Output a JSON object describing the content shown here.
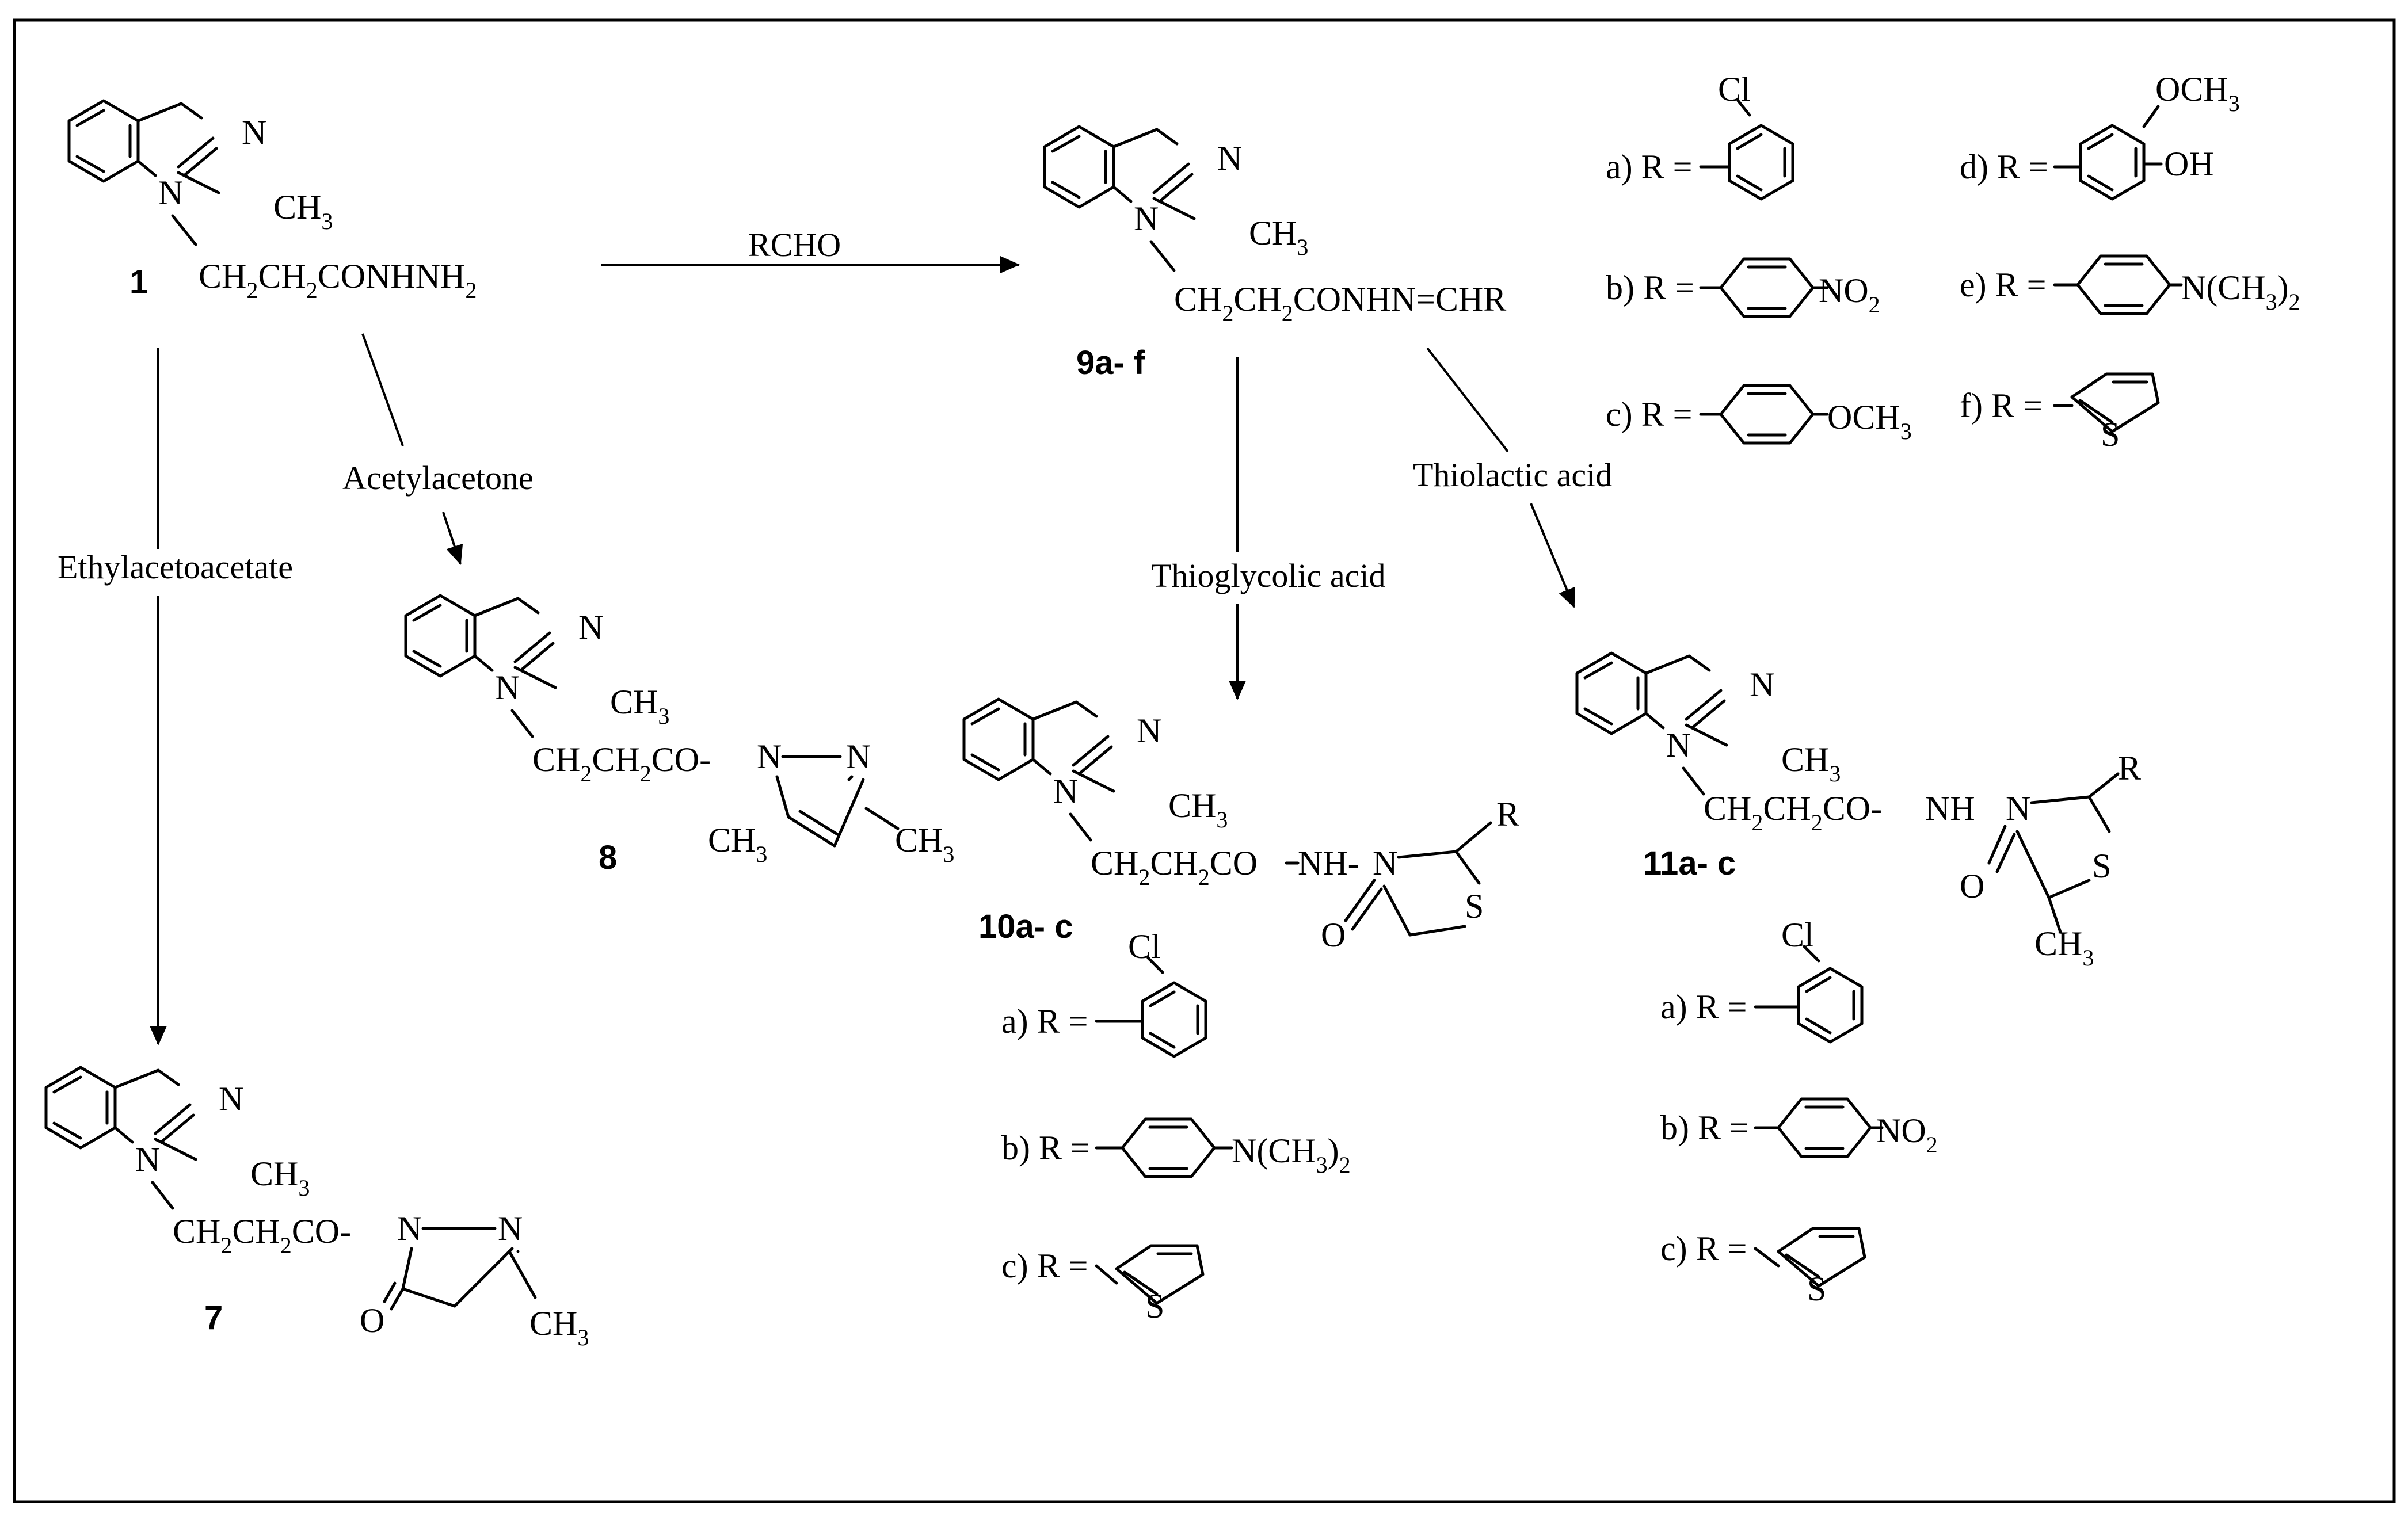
{
  "structures": {
    "s1": {
      "compound": "1",
      "N_top": "N",
      "N_bottom": "N",
      "CH": "CH",
      "CH_sub": "3",
      "chain_1": "CH",
      "chain_2": "2",
      "chain_3": "CH",
      "chain_4": "2",
      "chain_5": "CONHNH",
      "chain_6": "2"
    },
    "s9": {
      "compound": "9a- f",
      "N_top": "N",
      "N_bottom": "N",
      "CH": "CH",
      "CH_sub": "3",
      "chain_1": "CH",
      "chain_2": "2",
      "chain_3": "CH",
      "chain_4": "2",
      "chain_5": "CONHN=CHR"
    },
    "s8": {
      "compound": "8",
      "N_top": "N",
      "N_bottom": "N",
      "CH": "CH",
      "CH_sub": "3",
      "chain_1": "CH",
      "chain_2": "2",
      "chain_3": "CH",
      "chain_4": "2",
      "chain_5": "CO-",
      "pz_N1": "N",
      "pz_N2": "N",
      "pz_CH3a": "CH",
      "pz_CH3a_sub": "3",
      "pz_CH3b": "CH",
      "pz_CH3b_sub": "3"
    },
    "s7": {
      "compound": "7",
      "N_top": "N",
      "N_bottom": "N",
      "CH": "CH",
      "CH_sub": "3",
      "chain_1": "CH",
      "chain_2": "2",
      "chain_3": "CH",
      "chain_4": "2",
      "chain_5": "CO-",
      "pz_N1": "N",
      "pz_N2": "N",
      "pz_O": "O",
      "pz_CH3": "CH",
      "pz_CH3_sub": "3"
    },
    "s10": {
      "compound": "10a- c",
      "N_top": "N",
      "N_bottom": "N",
      "CH": "CH",
      "CH_sub": "3",
      "chain_1": "CH",
      "chain_2": "2",
      "chain_3": "CH",
      "chain_4": "2",
      "chain_5": "CO",
      "nh": "NH-",
      "tz_N": "N",
      "tz_S": "S",
      "tz_O": "O",
      "tz_R": "R"
    },
    "s11": {
      "compound": "11a- c",
      "N_top": "N",
      "N_bottom": "N",
      "CH": "CH",
      "CH_sub": "3",
      "chain_1": "CH",
      "chain_2": "2",
      "chain_3": "CH",
      "chain_4": "2",
      "chain_5": "CO-",
      "nh": "NH",
      "tz_N": "N",
      "tz_S": "S",
      "tz_O": "O",
      "tz_R": "R",
      "tz_CH3": "CH",
      "tz_CH3_sub": "3"
    }
  },
  "reagents": {
    "rcho": "RCHO",
    "acetylacetone": "Acetylacetone",
    "ethylacetoacetate": "Ethylacetoacetate",
    "thioglycolic": "Thioglycolic acid",
    "thiolactic": "Thiolactic acid"
  },
  "r_groups_9": [
    {
      "label": "a) R =",
      "sub_main": "Cl"
    },
    {
      "label": "b) R =",
      "sub_main": "NO",
      "sub_sub": "2"
    },
    {
      "label": "c) R =",
      "sub_main": "OCH",
      "sub_sub": "3"
    },
    {
      "label": "d) R =",
      "sub_main": "OCH",
      "sub_sub": "3",
      "sub2_main": "OH"
    },
    {
      "label": "e) R =",
      "sub_main": "N(CH",
      "sub_sub": "3",
      "sub_tail": ")",
      "sub_tail_sub": "2"
    },
    {
      "label": "f) R =",
      "ring_S": "S"
    }
  ],
  "r_groups_10": [
    {
      "label": "a) R =",
      "sub_main": "Cl"
    },
    {
      "label": "b) R =",
      "sub_main": "N(CH",
      "sub_sub": "3",
      "sub_tail": ")",
      "sub_tail_sub": "2"
    },
    {
      "label": "c) R =",
      "ring_S": "S"
    }
  ],
  "r_groups_11": [
    {
      "label": "a) R =",
      "sub_main": "Cl"
    },
    {
      "label": "b) R =",
      "sub_main": "NO",
      "sub_sub": "2"
    },
    {
      "label": "c) R =",
      "ring_S": "S"
    }
  ]
}
